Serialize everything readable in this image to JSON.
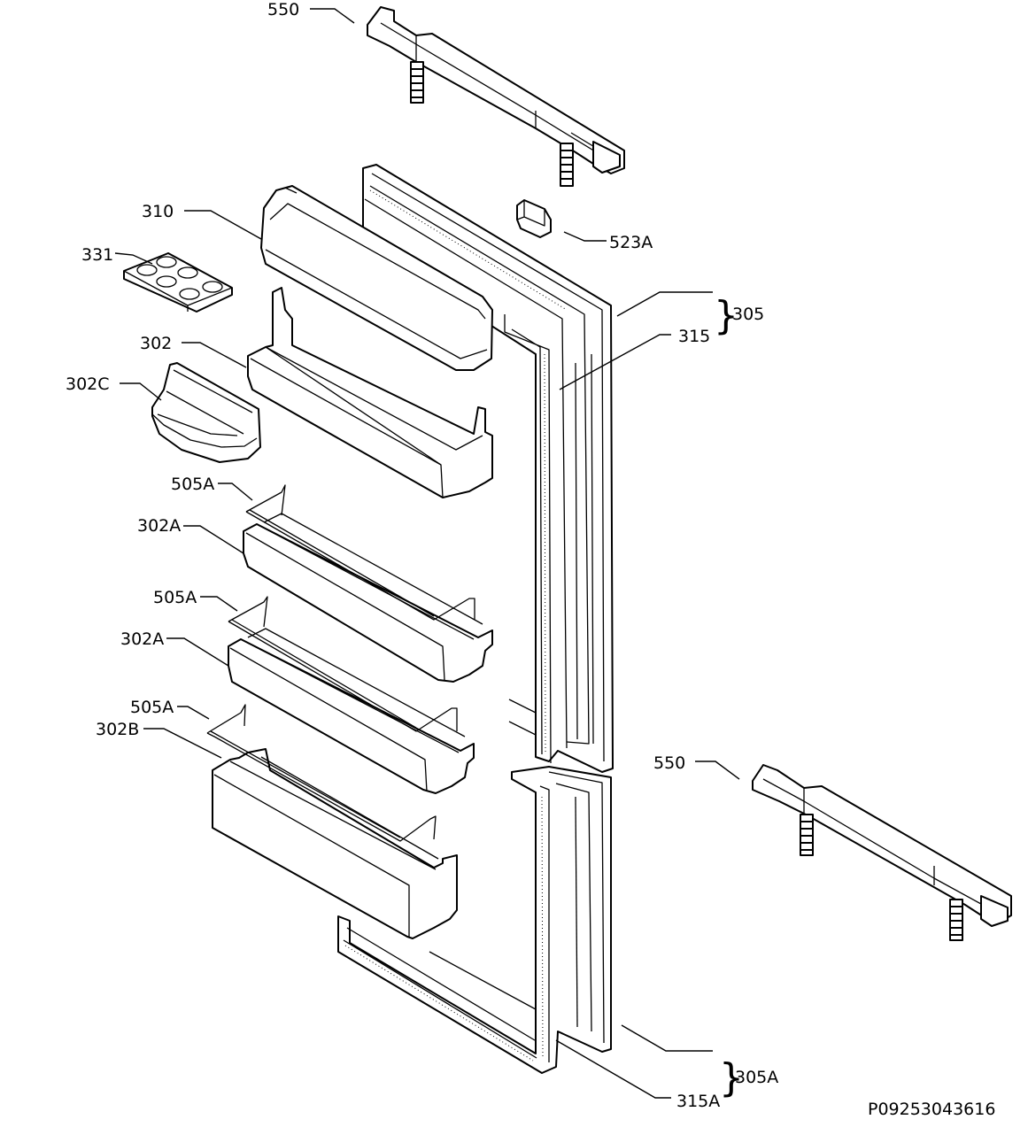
{
  "labels": {
    "p550_top": "550",
    "p310": "310",
    "p331": "331",
    "p302": "302",
    "p302c": "302C",
    "p505a_1": "505A",
    "p302a_1": "302A",
    "p505a_2": "505A",
    "p302a_2": "302A",
    "p505a_3": "505A",
    "p302b": "302B",
    "p523a": "523A",
    "p305": "305",
    "p315": "315",
    "p550_bottom": "550",
    "p305a": "305A",
    "p315a": "315A"
  },
  "document_code": "P09253043616"
}
